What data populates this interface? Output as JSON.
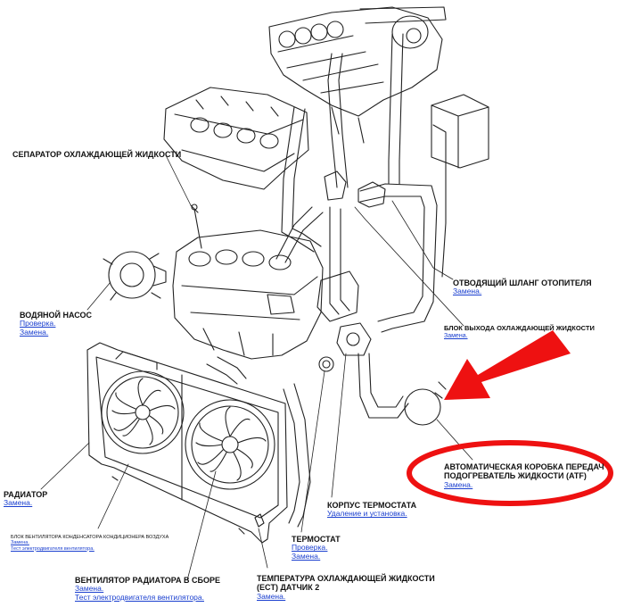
{
  "labels": {
    "coolant_separator": {
      "title": "СЕПАРАТОР ОХЛАЖДАЮЩЕЙ ЖИДКОСТИ"
    },
    "water_pump": {
      "title": "ВОДЯНОЙ НАСОС",
      "links": [
        "Проверка.",
        "Замена."
      ]
    },
    "heater_outlet_hose": {
      "title": "ОТВОДЯЩИЙ ШЛАНГ ОТОПИТЕЛЯ",
      "links": [
        "Замена."
      ]
    },
    "coolant_outlet_unit": {
      "title": "БЛОК ВЫХОДА ОХЛАЖДАЮЩЕЙ ЖИДКОСТИ",
      "links": [
        "Замена."
      ]
    },
    "atf_heater": {
      "title_line1": "АВТОМАТИЧЕСКАЯ КОРОБКА ПЕРЕДАЧ",
      "title_line2": "ПОДОГРЕВАТЕЛЬ ЖИДКОСТИ (ATF)",
      "links": [
        "Замена."
      ]
    },
    "radiator": {
      "title": "РАДИАТОР",
      "links": [
        "Замена."
      ]
    },
    "condenser_fan": {
      "title": "БЛОК ВЕНТИЛЯТОРА КОНДЕНСАТОРА КОНДИЦИОНЕРА ВОЗДУХА",
      "links": [
        "Замена.",
        "Тест электродвигателя вентилятора."
      ]
    },
    "thermostat_housing": {
      "title": "КОРПУС ТЕРМОСТАТА",
      "links": [
        "Удаление и установка."
      ]
    },
    "thermostat": {
      "title": "ТЕРМОСТАТ",
      "links": [
        "Проверка.",
        "Замена."
      ]
    },
    "radiator_fan": {
      "title": "ВЕНТИЛЯТОР РАДИАТОРА В СБОРЕ",
      "links": [
        "Замена.",
        "Тест электродвигателя вентилятора."
      ]
    },
    "ect_sensor": {
      "title_line1": "ТЕМПЕРАТУРА ОХЛАЖДАЮЩЕЙ ЖИДКОСТИ",
      "title_line2": "(ECT) ДАТЧИК 2",
      "links": [
        "Замена."
      ]
    }
  },
  "colors": {
    "arrow": "#ee1111",
    "highlight": "#ee1111",
    "link": "#1a3fcf",
    "line": "#222222"
  }
}
